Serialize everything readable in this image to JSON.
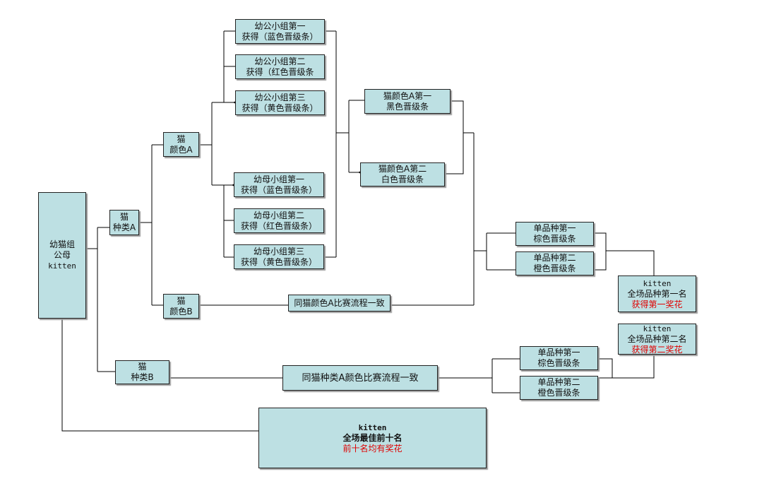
{
  "nodes": {
    "root": {
      "line1": "幼猫组",
      "line2": "公母",
      "line3": "kitten"
    },
    "breedA": {
      "line1": "猫",
      "line2": "种类A"
    },
    "breedB": {
      "line1": "猫",
      "line2": "种类B"
    },
    "colorA": {
      "line1": "猫",
      "line2": "颜色A"
    },
    "colorB": {
      "line1": "猫",
      "line2": "颜色B"
    },
    "m1": {
      "line1": "幼公小组第一",
      "line2": "获得（蓝色晋级条）"
    },
    "m2": {
      "line1": "幼公小组第二",
      "line2": "获得（红色晋级条"
    },
    "m3": {
      "line1": "幼公小组第三",
      "line2": "获得（黄色晋级条）"
    },
    "f1": {
      "line1": "幼母小组第一",
      "line2": "获得（蓝色晋级条）"
    },
    "f2": {
      "line1": "幼母小组第二",
      "line2": "获得（红色晋级条）"
    },
    "f3": {
      "line1": "幼母小组第三",
      "line2": "获得（黄色晋级条）"
    },
    "ca1": {
      "line1": "猫颜色A第一",
      "line2": "黑色晋级条"
    },
    "ca2": {
      "line1": "猫颜色A第二",
      "line2": "白色晋级条"
    },
    "sameColorA": {
      "line1": "同猫颜色A比赛流程一致"
    },
    "sameBreedA": {
      "line1": "同猫种类A颜色比赛流程一致"
    },
    "bestA1": {
      "line1": "单品种第一",
      "line2": "棕色晋级条"
    },
    "bestA2": {
      "line1": "单品种第二",
      "line2": "橙色晋级条"
    },
    "bestB1": {
      "line1": "单品种第一",
      "line2": "棕色晋级条"
    },
    "bestB2": {
      "line1": "单品种第二",
      "line2": "橙色晋级条"
    },
    "overall1": {
      "line1": "kitten",
      "line2": "全场品种第一名",
      "line3": "获得第一奖花"
    },
    "overall2": {
      "line1": "kitten",
      "line2": "全场品种第二名",
      "line3": "获得第二奖花"
    },
    "top10": {
      "line1": "kitten",
      "line2": "全场最佳前十名",
      "line3": "前十名均有奖花"
    }
  },
  "colors": {
    "box_fill": "#bde0e3",
    "award_text": "#e00000",
    "line": "#000000"
  }
}
